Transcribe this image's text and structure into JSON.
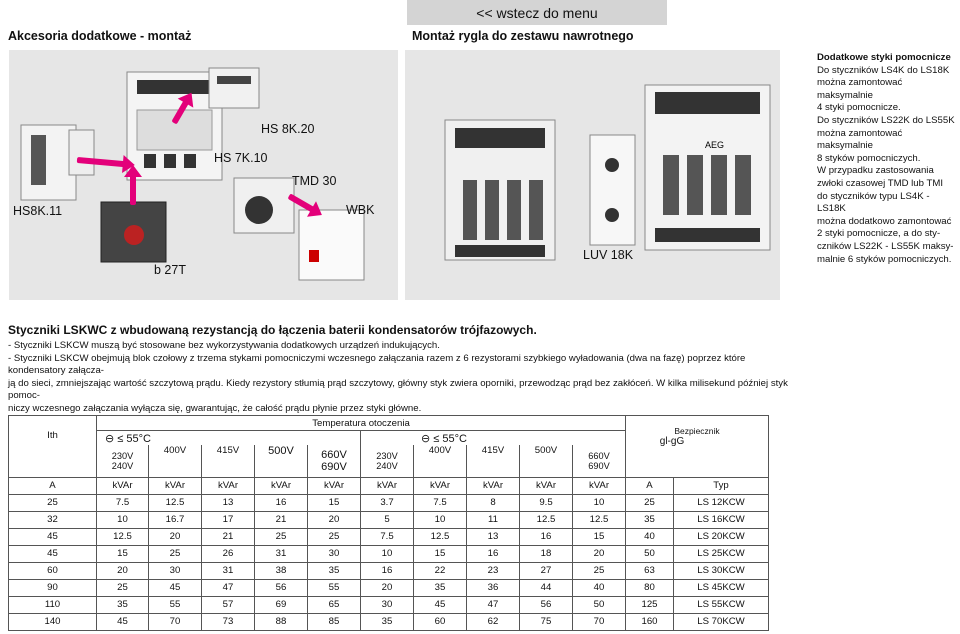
{
  "header": {
    "back_link": "<< wstecz do menu",
    "left_title": "Akcesoria dodatkowe - montaż",
    "mid_title": "Montaż rygla do zestawu nawrotnego"
  },
  "figure1": {
    "labels": [
      "HS8K.11",
      "HS 7K.10",
      "HS 8K.20",
      "TMD 30",
      "WBK",
      "b 27T"
    ],
    "arrow_color": "#e3007a"
  },
  "figure2": {
    "label": "LUV 18K",
    "brand": "AEG"
  },
  "description": {
    "title": "Dodatkowe styki pomocnicze",
    "lines": [
      "Do styczników LS4K do LS18K",
      "można zamontować maksymalnie",
      "4 styki pomocnicze.",
      "Do styczników LS22K do LS55K",
      "można zamontować maksymalnie",
      "8 styków pomocniczych.",
      "W przypadku zastosowania",
      "zwłoki czasowej TMD lub TMI",
      "do styczników typu LS4K - LS18K",
      "można dodatkowo zamontować",
      "2 styki pomocnicze, a do sty-",
      "czników LS22K - LS55K maksy-",
      "malnie 6 styków pomocniczych."
    ]
  },
  "section": {
    "title": "Styczniki LSKWC z wbudowaną rezystancją do łączenia baterii kondensatorów trójfazowych.",
    "lines": [
      "- Styczniki LSKCW muszą być stosowane bez wykorzystywania dodatkowych urządzeń indukujących.",
      "- Styczniki LSKCW obejmują blok czołowy z trzema stykami pomocniczymi wczesnego załączania razem z 6 rezystorami szybkiego wyładowania (dwa na fazę) poprzez które kondensatory załącza-",
      "ją do sieci, zmniejszając wartość szczytową prądu. Kiedy rezystory stłumią prąd szczytowy, główny styk zwiera oporniki, przewodząc prąd bez zakłóceń. W kilka milisekund później styk pomoc-",
      "niczy wczesnego załączania wyłącza się, gwarantując, że całość prądu płynie przez styki główne."
    ]
  },
  "table": {
    "ith": "Ith",
    "temp_title": "Temperatura otoczenia",
    "group1": "⊖ ≤ 55°C",
    "group2": "⊖ ≤ 55°C",
    "fuse": "Bezpiecznik",
    "fuse2": "gl-gG",
    "voltages1": [
      "230V 240V",
      "400V",
      "415V",
      "500V",
      "660V 690V"
    ],
    "voltages2": [
      "230V 240V",
      "400V",
      "415V",
      "500V",
      "660V 690V"
    ],
    "units": [
      "A",
      "kVAr",
      "kVAr",
      "kVAr",
      "kVAr",
      "kVAr",
      "kVAr",
      "kVAr",
      "kVAr",
      "kVAr",
      "kVAr",
      "A",
      "Typ"
    ],
    "rows": [
      [
        "25",
        "7.5",
        "12.5",
        "13",
        "16",
        "15",
        "3.7",
        "7.5",
        "8",
        "9.5",
        "10",
        "25",
        "LS 12KCW"
      ],
      [
        "32",
        "10",
        "16.7",
        "17",
        "21",
        "20",
        "5",
        "10",
        "11",
        "12.5",
        "12.5",
        "35",
        "LS 16KCW"
      ],
      [
        "45",
        "12.5",
        "20",
        "21",
        "25",
        "25",
        "7.5",
        "12.5",
        "13",
        "16",
        "15",
        "40",
        "LS 20KCW"
      ],
      [
        "45",
        "15",
        "25",
        "26",
        "31",
        "30",
        "10",
        "15",
        "16",
        "18",
        "20",
        "50",
        "LS 25KCW"
      ],
      [
        "60",
        "20",
        "30",
        "31",
        "38",
        "35",
        "16",
        "22",
        "23",
        "27",
        "25",
        "63",
        "LS 30KCW"
      ],
      [
        "90",
        "25",
        "45",
        "47",
        "56",
        "55",
        "20",
        "35",
        "36",
        "44",
        "40",
        "80",
        "LS 45KCW"
      ],
      [
        "110",
        "35",
        "55",
        "57",
        "69",
        "65",
        "30",
        "45",
        "47",
        "56",
        "50",
        "125",
        "LS 55KCW"
      ],
      [
        "140",
        "45",
        "70",
        "73",
        "88",
        "85",
        "35",
        "60",
        "62",
        "75",
        "70",
        "160",
        "LS 70KCW"
      ]
    ]
  }
}
